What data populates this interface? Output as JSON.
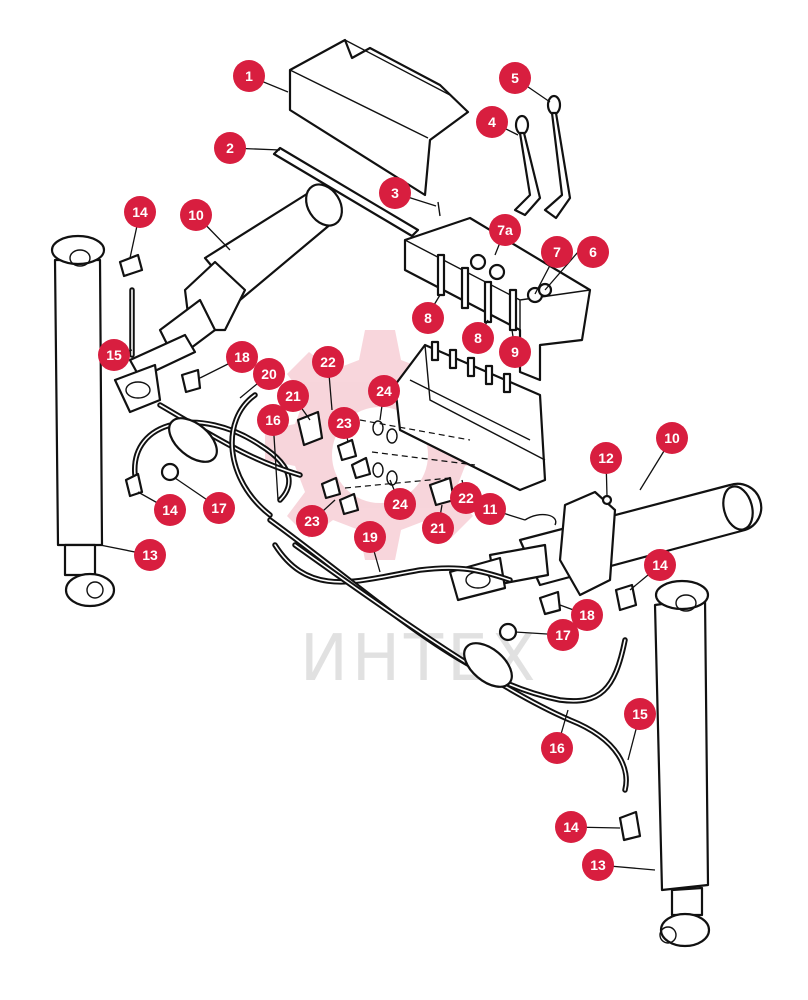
{
  "watermark": {
    "text": "ИНТЕХ",
    "color": "#d81e3f"
  },
  "callout_color": "#d81e3f",
  "callouts": [
    "1",
    "2",
    "3",
    "4",
    "5",
    "6",
    "7",
    "7a",
    "8",
    "8",
    "9",
    "10",
    "10",
    "11",
    "12",
    "13",
    "13",
    "14",
    "14",
    "14",
    "14",
    "15",
    "15",
    "16",
    "16",
    "17",
    "17",
    "18",
    "18",
    "19",
    "20",
    "21",
    "21",
    "22",
    "22",
    "23",
    "23",
    "24",
    "24"
  ]
}
